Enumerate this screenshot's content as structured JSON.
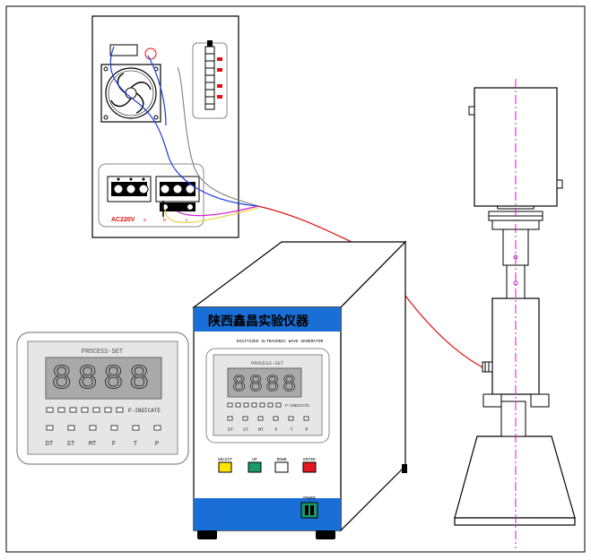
{
  "control_box": {
    "fan_label": "",
    "terminal_label": "",
    "left_block_label": "",
    "right_block_label": "",
    "ac_label": "AC220V",
    "mark_a": "a",
    "mark_b": "b",
    "mark_c": "c"
  },
  "generator": {
    "brand_title": "陕西鑫昌实验仪器",
    "subtitle": "DIGITIZED ULTRASONIC WAVE GENERATOR",
    "panel_title": "PROCESS-SET",
    "indicator_label": "P-INDICATE",
    "digits": "8888",
    "keys": [
      "DT",
      "ST",
      "MT",
      "F",
      "T",
      "P"
    ],
    "buttons": [
      {
        "label": "SELECT",
        "color": "#ffe600"
      },
      {
        "label": "UP",
        "color": "#1a9a6a"
      },
      {
        "label": "DOWN",
        "color": "#ffffff"
      },
      {
        "label": "ENTER",
        "color": "#e8141e"
      }
    ],
    "power_label": "POWER",
    "accent_color": "#1a6fd6"
  },
  "zoom_panel": {
    "title": "PROCESS-SET",
    "indicator_label": "P-INDICATE",
    "digits": "8888",
    "keys": [
      "DT",
      "ST",
      "MT",
      "F",
      "T",
      "P"
    ]
  },
  "colors": {
    "wire_red": "#e01010",
    "wire_blue": "#1a3be0",
    "wire_gray": "#8a8a8a",
    "wire_magenta": "#d020d0",
    "wire_yellow": "#e8d040",
    "axis": "#c020c0"
  }
}
